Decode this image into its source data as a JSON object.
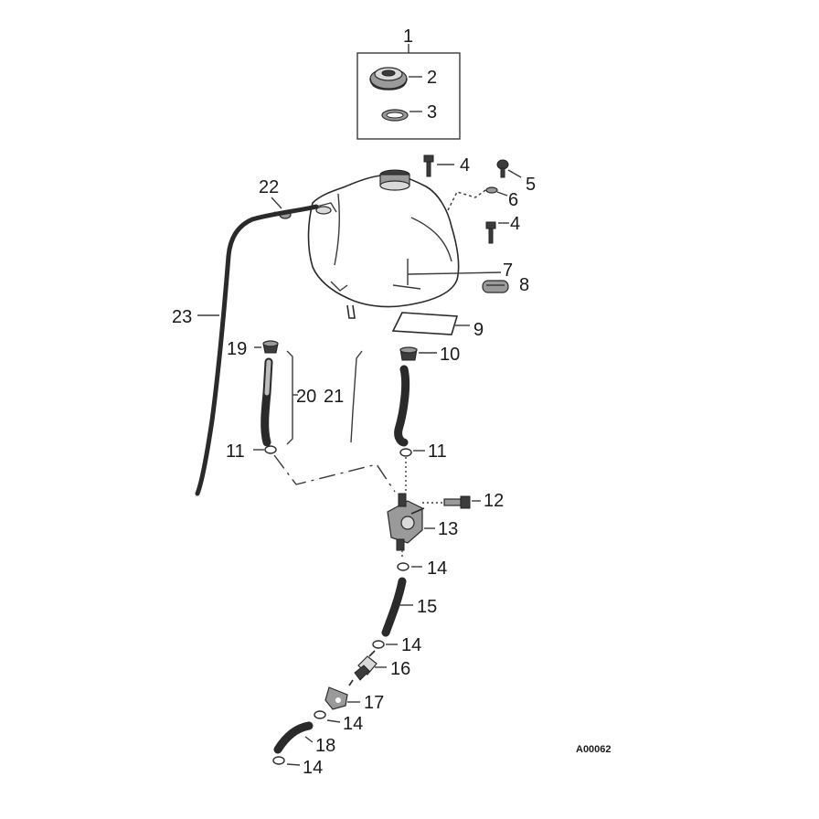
{
  "diagram": {
    "callouts": {
      "c1": "1",
      "c2": "2",
      "c3": "3",
      "c4a": "4",
      "c4b": "4",
      "c5": "5",
      "c6": "6",
      "c7": "7",
      "c8": "8",
      "c9": "9",
      "c10": "10",
      "c11a": "11",
      "c11b": "11",
      "c12": "12",
      "c13": "13",
      "c14a": "14",
      "c14b": "14",
      "c14c": "14",
      "c14d": "14",
      "c15": "15",
      "c16": "16",
      "c17": "17",
      "c18": "18",
      "c19": "19",
      "c20": "20",
      "c21": "21",
      "c22": "22",
      "c23": "23"
    },
    "drawing_code": "A00062"
  }
}
